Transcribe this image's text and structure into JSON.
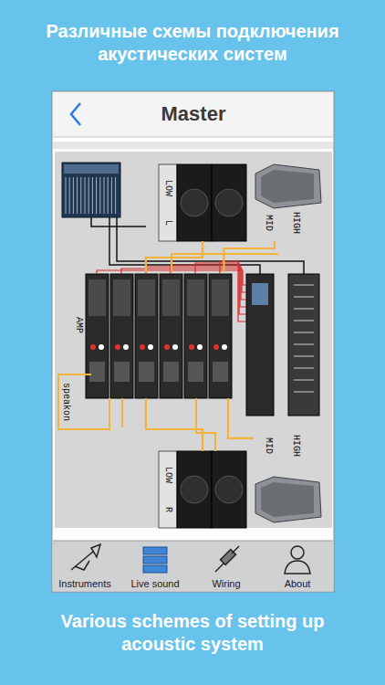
{
  "diagram": {
    "title": "Различные схемы подключения акустических систем",
    "caption": "Various schemes of setting up acoustic system",
    "nodes": [
      {
        "text": [
          "LOW",
          "L"
        ]
      },
      {
        "text": [
          "MID",
          "HIGH"
        ]
      },
      {
        "text": [
          "AMP"
        ]
      },
      {
        "text": [
          "LOW",
          "R"
        ]
      },
      {
        "text": [
          "MID",
          "HIGH"
        ]
      }
    ],
    "edges": [
      {
        "from": 2,
        "to": 0,
        "arrow": "none"
      },
      {
        "from": 2,
        "to": 1,
        "arrow": "none"
      },
      {
        "from": 2,
        "to": 3,
        "arrow": "none"
      },
      {
        "from": 2,
        "to": 4,
        "arrow": "none"
      }
    ],
    "labels": [
      "Master",
      "speakon",
      "Instruments",
      "Live sound",
      "Wiring",
      "About"
    ]
  }
}
